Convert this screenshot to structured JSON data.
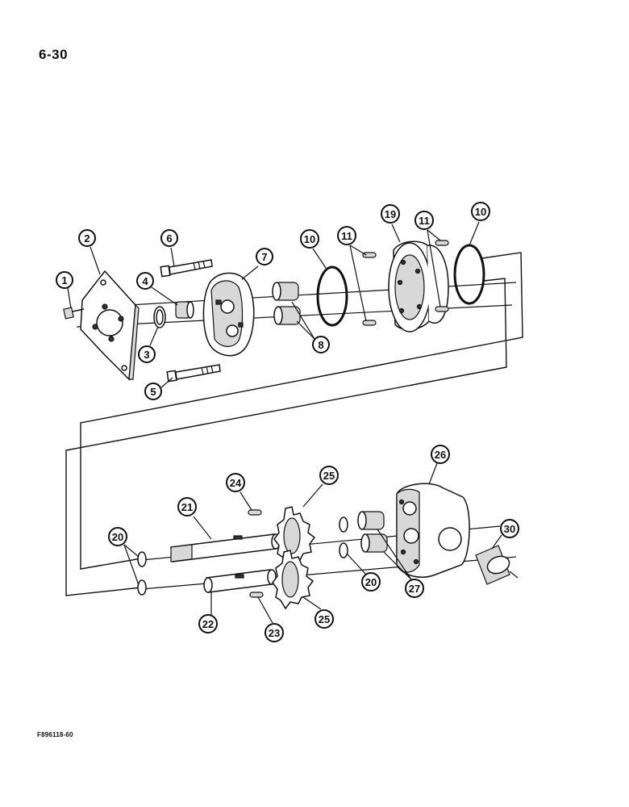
{
  "page_number": "6-30",
  "figure_code": "F896118-60",
  "callouts": {
    "c1": "1",
    "c2": "2",
    "c3": "3",
    "c4": "4",
    "c5": "5",
    "c6": "6",
    "c7": "7",
    "c8": "8",
    "c10a": "10",
    "c10b": "10",
    "c11a": "11",
    "c11b": "11",
    "c19": "19",
    "c20a": "20",
    "c20b": "20",
    "c21": "21",
    "c22": "22",
    "c23": "23",
    "c24": "24",
    "c25a": "25",
    "c25b": "25",
    "c26": "26",
    "c27": "27",
    "c30": "30"
  }
}
